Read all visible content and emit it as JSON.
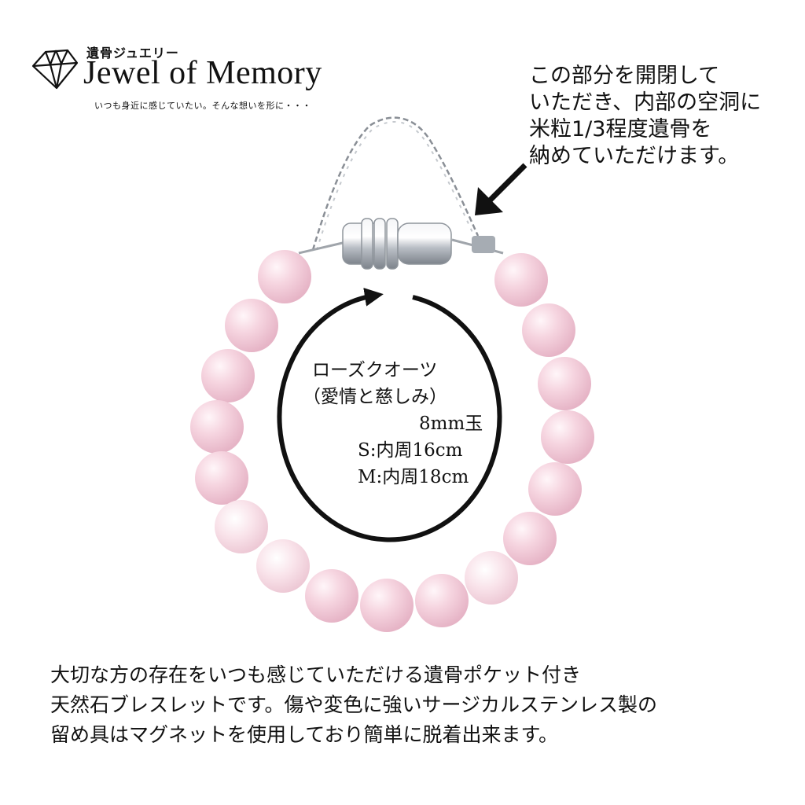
{
  "logo": {
    "kana": "遺骨ジュエリー",
    "name": "Jewel of Memory",
    "tagline": "いつも身近に感じていたい。そんな想いを形に・・・",
    "icon": "diamond-icon"
  },
  "clasp_note": {
    "lines": [
      "この部分を開閉して",
      "いただき、内部の空洞に",
      "米粒1/3程度遺骨を",
      "納めていただけます。"
    ],
    "arrow_icon": "arrow-down-left-icon"
  },
  "spec": {
    "stone_name": "ローズクオーツ",
    "meaning": "（愛情と慈しみ）",
    "bead_size": "8mm玉",
    "size_s": "S:内周16cm",
    "size_m": "M:内周18cm"
  },
  "description": {
    "lines": [
      "大切な方の存在をいつも感じていただける遺骨ポケット付き",
      "天然石ブレスレットです。傷や変色に強いサージカルステンレス製の",
      "留め具はマグネットを使用しており簡単に脱着出来ます。"
    ]
  },
  "colors": {
    "bead_light": "#fbe7ee",
    "bead_mid": "#f2c8d6",
    "bead_dark": "#e3a9bd",
    "metal": "#c9cdd3",
    "text": "#111111"
  }
}
